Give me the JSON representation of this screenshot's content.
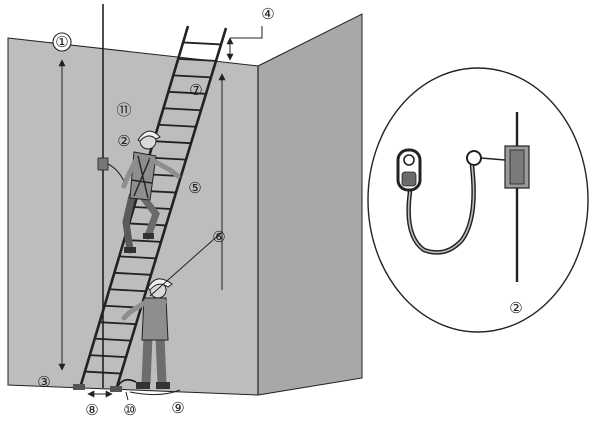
{
  "labels": {
    "l1": "①",
    "l2": "②",
    "l2b": "②",
    "l3": "③",
    "l4": "④",
    "l5": "⑤",
    "l6": "⑥",
    "l7": "⑦",
    "l8": "⑧",
    "l9": "⑨",
    "l10": "⑩",
    "l11": "⑪"
  },
  "colors": {
    "wall_left": "#bdbdbd",
    "wall_right": "#a8a8a8",
    "line": "#222222",
    "clothing": "#8e8e8e",
    "clothing_dark": "#5a5a5a",
    "helmet": "#f2f2f2"
  }
}
